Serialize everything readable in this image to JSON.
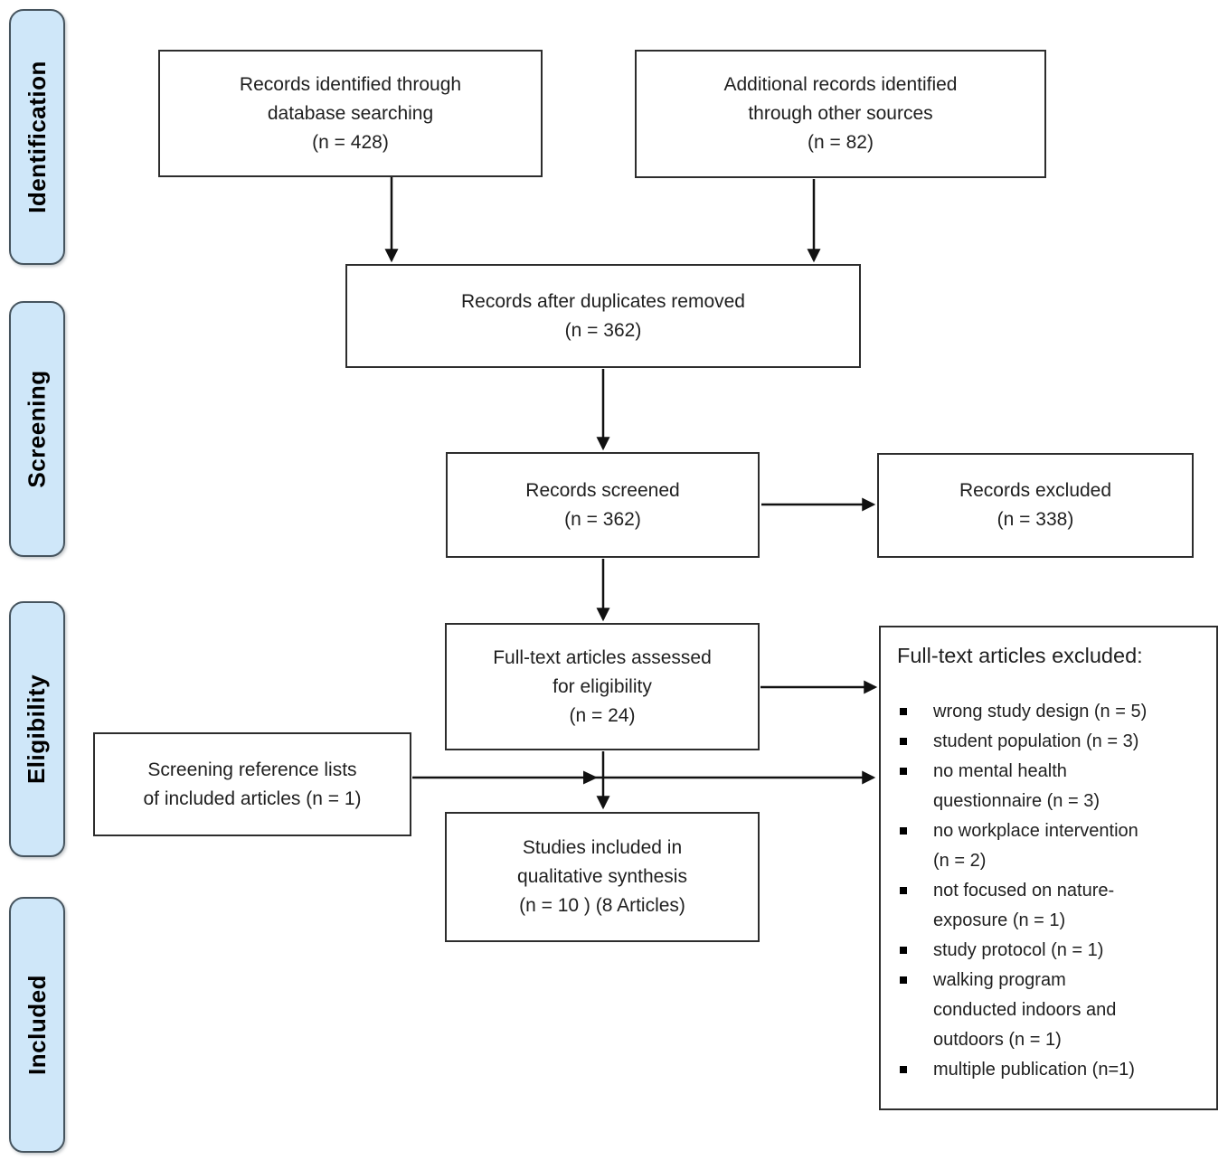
{
  "diagram": {
    "stages": [
      {
        "label": "Identification"
      },
      {
        "label": "Screening"
      },
      {
        "label": "Eligibility"
      },
      {
        "label": "Included"
      }
    ],
    "boxes": {
      "db_search": {
        "text": "Records identified through\ndatabase searching",
        "count": "(n = 428)"
      },
      "other_sources": {
        "text": "Additional records identified\nthrough other sources",
        "count": "(n = 82)"
      },
      "duplicates_removed": {
        "text": "Records after duplicates removed",
        "count": "(n = 362)"
      },
      "screened": {
        "text": "Records screened",
        "count": "(n = 362)"
      },
      "records_excluded": {
        "text": "Records excluded",
        "count": "(n = 338)"
      },
      "fulltext_assessed": {
        "text": "Full-text articles assessed\nfor eligibility",
        "count": "(n = 24)"
      },
      "reference_lists": {
        "text": "Screening reference lists\nof included articles (n = 1)"
      },
      "studies_included": {
        "text": "Studies included in\nqualitative synthesis",
        "count": "(n = 10 ) (8 Articles)"
      },
      "fulltext_excluded": {
        "title": "Full-text articles excluded:",
        "items": [
          "wrong study design (n = 5)",
          "student population (n = 3)",
          "no mental health\nquestionnaire (n = 3)",
          "no workplace intervention\n(n = 2)",
          "not focused on nature-\nexposure (n = 1)",
          "study protocol (n = 1)",
          "walking program\nconducted indoors and\noutdoors (n = 1)",
          "multiple publication (n=1)"
        ]
      }
    },
    "colors": {
      "stage_fill": "#cfe7f9",
      "stage_border": "#46545e",
      "box_border": "#2d2d2d",
      "arrow": "#111111"
    }
  }
}
